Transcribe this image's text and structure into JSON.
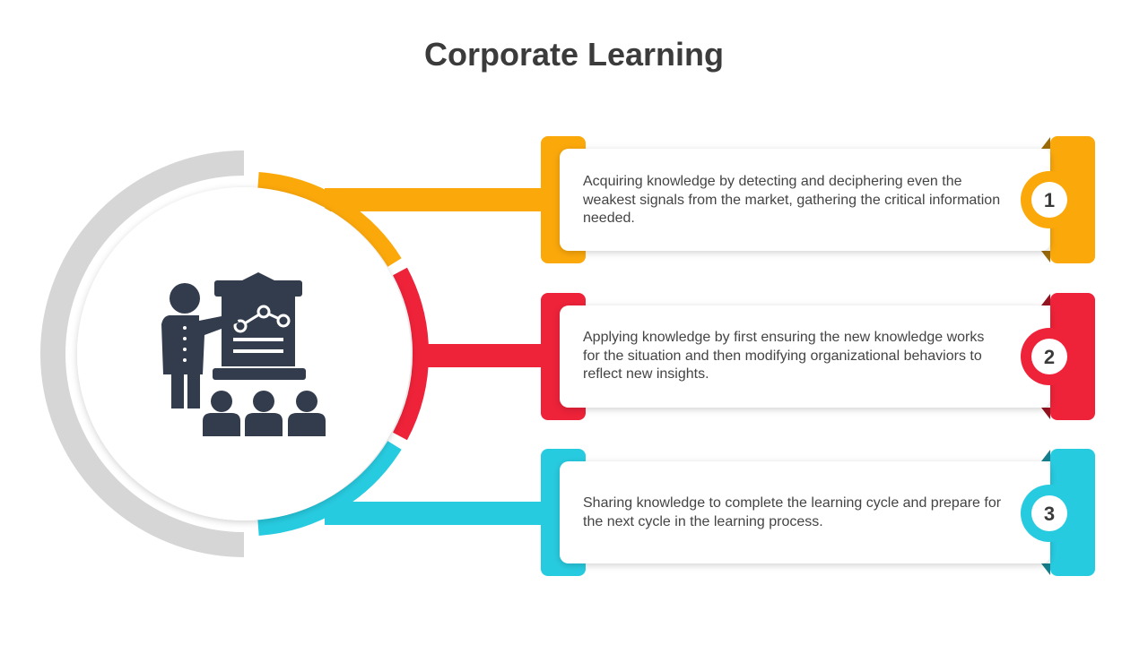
{
  "title": "Corporate Learning",
  "colors": {
    "step1": "#FBA80A",
    "step2": "#EE2239",
    "step3": "#27CBE0",
    "ring_gray": "#D6D6D6",
    "icon": "#323C4D",
    "text": "#444444"
  },
  "center_icon": "presenter-teaching-audience-icon",
  "steps": [
    {
      "number": "1",
      "text": "Acquiring knowledge by detecting and deciphering even the weakest signals from the market, gathering the critical information needed."
    },
    {
      "number": "2",
      "text": "Applying knowledge by first ensuring the new knowledge works for the situation and then modifying organizational behaviors to reflect new insights."
    },
    {
      "number": "3",
      "text": "Sharing knowledge to complete the learning cycle and prepare for the next cycle in the learning process."
    }
  ]
}
